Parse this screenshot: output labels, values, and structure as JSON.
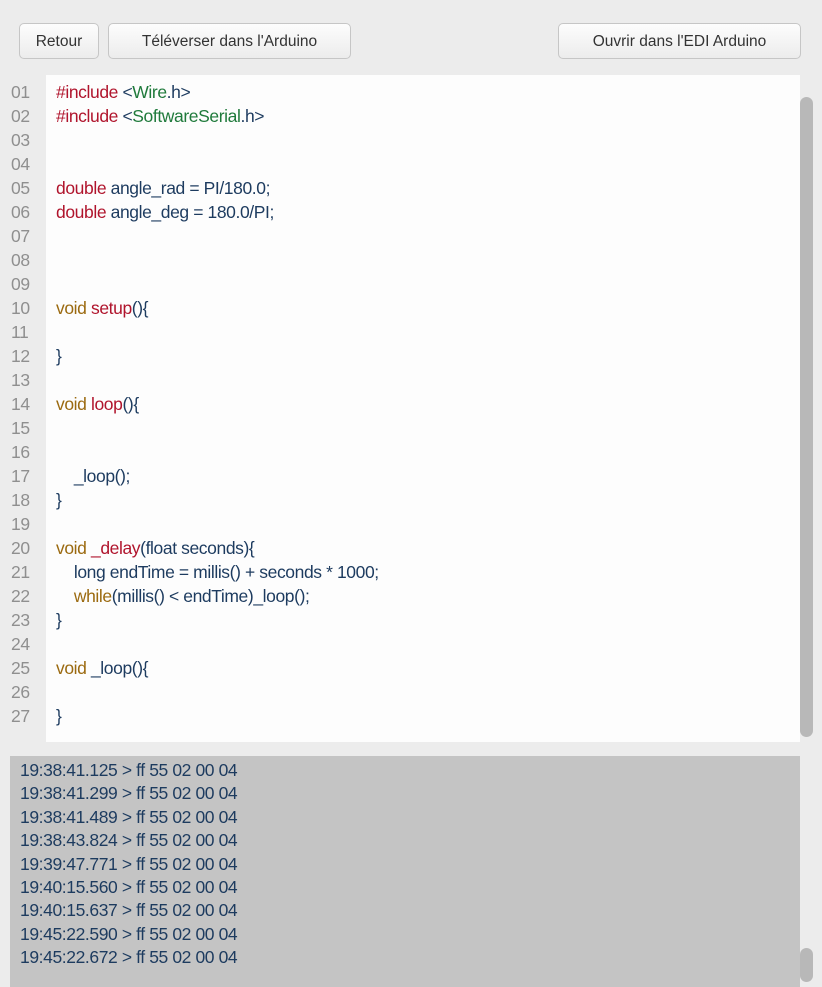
{
  "toolbar": {
    "back_label": "Retour",
    "upload_label": "Téléverser dans l'Arduino",
    "open_label": "Ouvrir dans l'EDI Arduino"
  },
  "editor": {
    "line_numbers": [
      "01",
      "02",
      "03",
      "04",
      "05",
      "06",
      "07",
      "08",
      "09",
      "10",
      "11",
      "12",
      "13",
      "14",
      "15",
      "16",
      "17",
      "18",
      "19",
      "20",
      "21",
      "22",
      "23",
      "24",
      "25",
      "26",
      "27"
    ],
    "lines": [
      [
        {
          "t": "#include ",
          "c": "pp"
        },
        {
          "t": "<",
          "c": "ident"
        },
        {
          "t": "Wire",
          "c": "inc"
        },
        {
          "t": ".h>",
          "c": "ident"
        }
      ],
      [
        {
          "t": "#include ",
          "c": "pp"
        },
        {
          "t": "<",
          "c": "ident"
        },
        {
          "t": "SoftwareSerial",
          "c": "inc"
        },
        {
          "t": ".h>",
          "c": "ident"
        }
      ],
      [],
      [],
      [
        {
          "t": "double",
          "c": "ty"
        },
        {
          "t": " angle_rad = PI/180.0;",
          "c": "ident"
        }
      ],
      [
        {
          "t": "double",
          "c": "ty"
        },
        {
          "t": " angle_deg = 180.0/PI;",
          "c": "ident"
        }
      ],
      [],
      [],
      [],
      [
        {
          "t": "void",
          "c": "kw"
        },
        {
          "t": " ",
          "c": "ident"
        },
        {
          "t": "setup",
          "c": "fn"
        },
        {
          "t": "(){",
          "c": "ident"
        }
      ],
      [],
      [
        {
          "t": "}",
          "c": "ident"
        }
      ],
      [],
      [
        {
          "t": "void",
          "c": "kw"
        },
        {
          "t": " ",
          "c": "ident"
        },
        {
          "t": "loop",
          "c": "fn"
        },
        {
          "t": "(){",
          "c": "ident"
        }
      ],
      [],
      [],
      [
        {
          "t": "    _loop();",
          "c": "ident"
        }
      ],
      [
        {
          "t": "}",
          "c": "ident"
        }
      ],
      [],
      [
        {
          "t": "void",
          "c": "kw"
        },
        {
          "t": " ",
          "c": "ident"
        },
        {
          "t": "_delay",
          "c": "fn"
        },
        {
          "t": "(float seconds){",
          "c": "ident"
        }
      ],
      [
        {
          "t": "    long endTime = millis() + seconds * 1000;",
          "c": "ident"
        }
      ],
      [
        {
          "t": "    ",
          "c": "ident"
        },
        {
          "t": "while",
          "c": "kw"
        },
        {
          "t": "(millis() < endTime)_loop();",
          "c": "ident"
        }
      ],
      [
        {
          "t": "}",
          "c": "ident"
        }
      ],
      [],
      [
        {
          "t": "void",
          "c": "kw"
        },
        {
          "t": " _loop(){",
          "c": "ident"
        }
      ],
      [],
      [
        {
          "t": "}",
          "c": "ident"
        }
      ]
    ]
  },
  "console": {
    "lines": [
      "19:38:41.125 > ff 55 02 00 04",
      "19:38:41.299 > ff 55 02 00 04",
      "19:38:41.489 > ff 55 02 00 04",
      "19:38:43.824 > ff 55 02 00 04",
      "19:39:47.771 > ff 55 02 00 04",
      "19:40:15.560 > ff 55 02 00 04",
      "19:40:15.637 > ff 55 02 00 04",
      "19:45:22.590 > ff 55 02 00 04",
      "19:45:22.672 > ff 55 02 00 04"
    ]
  }
}
